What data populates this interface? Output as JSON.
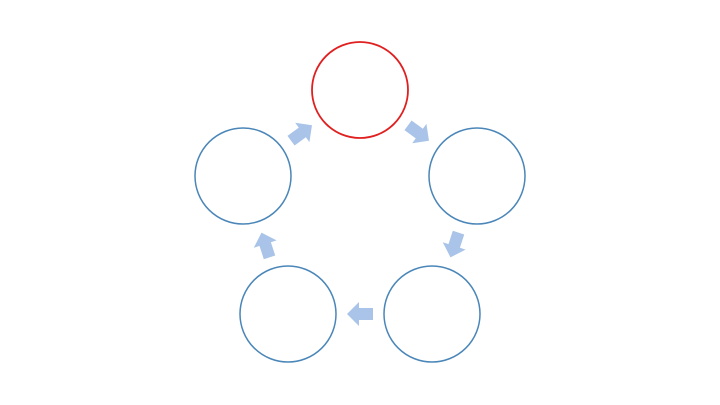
{
  "diagram": {
    "type": "cycle",
    "direction": "clockwise",
    "colors": {
      "background": "#ffffff",
      "highlight_node": "#e02020",
      "node": "#4a86b8",
      "arrow": "#a9c4e8"
    },
    "nodes": [
      {
        "id": "node-1",
        "label": "",
        "highlighted": true
      },
      {
        "id": "node-2",
        "label": "",
        "highlighted": false
      },
      {
        "id": "node-3",
        "label": "",
        "highlighted": false
      },
      {
        "id": "node-4",
        "label": "",
        "highlighted": false
      },
      {
        "id": "node-5",
        "label": "",
        "highlighted": false
      }
    ],
    "connectors": [
      {
        "from": "node-1",
        "to": "node-2"
      },
      {
        "from": "node-2",
        "to": "node-3"
      },
      {
        "from": "node-3",
        "to": "node-4"
      },
      {
        "from": "node-4",
        "to": "node-5"
      },
      {
        "from": "node-5",
        "to": "node-1"
      }
    ]
  }
}
